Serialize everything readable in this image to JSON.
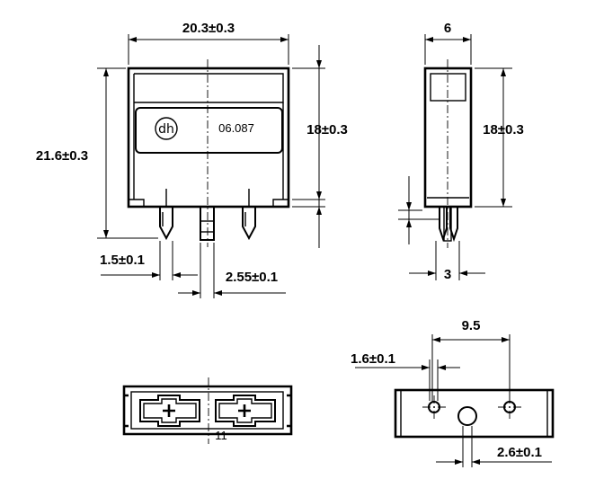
{
  "front_view": {
    "width_dim": "20.3±0.3",
    "total_height_dim": "21.6±0.3",
    "body_height_dim": "18±0.3",
    "pin_width_dim": "1.5±0.1",
    "pin_pitch_dim": "2.55±0.1",
    "logo_text": "dh",
    "part_number": "06.087"
  },
  "side_view": {
    "width_dim": "6",
    "height_dim": "18±0.3",
    "pin_dim": "3"
  },
  "top_view": {
    "center_label": "11"
  },
  "bottom_view": {
    "hole_spacing_dim": "9.5",
    "hole_dia_dim": "1.6±0.1",
    "center_hole_dim": "2.6±0.1"
  }
}
